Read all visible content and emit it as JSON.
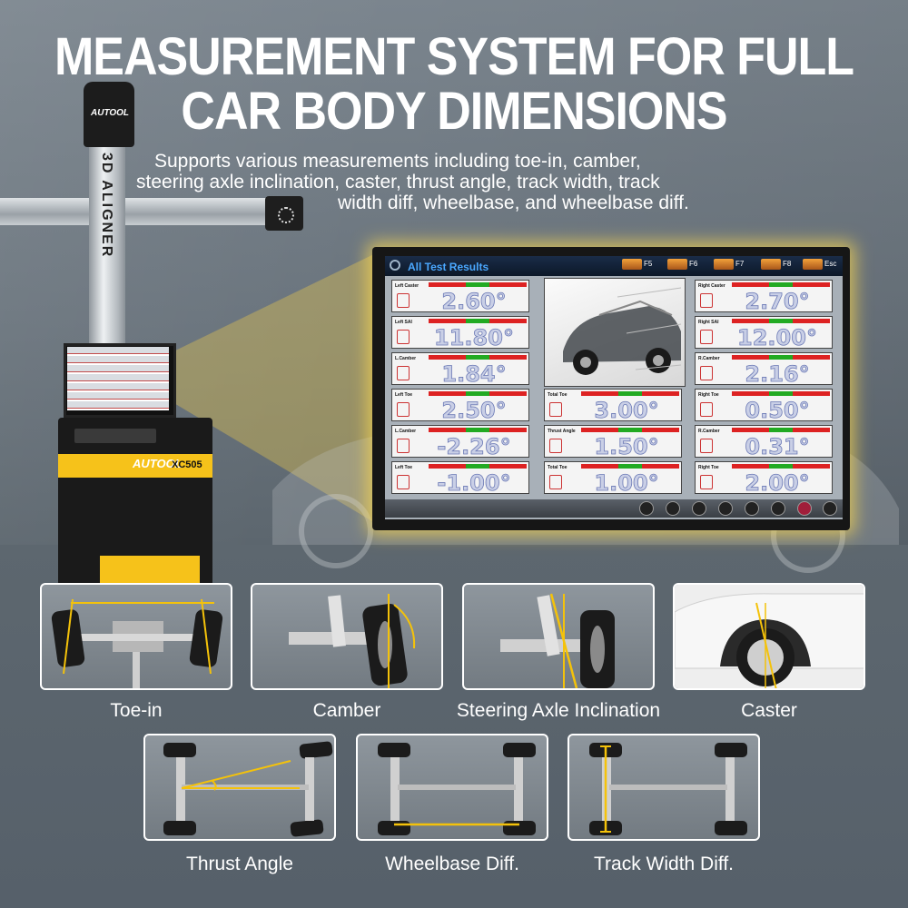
{
  "headline": {
    "line1": "MEASUREMENT SYSTEM FOR FULL",
    "line2": "CAR BODY DIMENSIONS"
  },
  "subtitle": {
    "line1": "Supports various measurements including toe-in, camber,",
    "line2": "steering axle inclination, caster, thrust angle, track width, track",
    "line3": "width diff, wheelbase, and wheelbase diff."
  },
  "machine": {
    "pole_brand": "AUTOOL",
    "pole_text": "3D ALIGNER",
    "cabinet_brand": "AUTOOL",
    "cabinet_model": "XC505"
  },
  "screen": {
    "title": "All Test Results",
    "function_keys": [
      "F5",
      "F6",
      "F7",
      "F8",
      "Esc"
    ],
    "left_column": [
      {
        "label": "Left Caster",
        "value": "2.60°"
      },
      {
        "label": "Left SAI",
        "value": "11.80°"
      },
      {
        "label": "L.Camber",
        "value": "1.84°"
      },
      {
        "label": "Left Toe",
        "value": "2.50°"
      },
      {
        "label": "L.Camber",
        "value": "-2.26°"
      },
      {
        "label": "Left Toe",
        "value": "-1.00°"
      }
    ],
    "center_column": [
      {
        "label": "Total Toe",
        "value": "3.00°"
      },
      {
        "label": "Thrust Angle",
        "value": "1.50°"
      },
      {
        "label": "Total Toe",
        "value": "1.00°"
      }
    ],
    "right_column": [
      {
        "label": "Right Caster",
        "value": "2.70°"
      },
      {
        "label": "Right SAI",
        "value": "12.00°"
      },
      {
        "label": "R.Camber",
        "value": "2.16°"
      },
      {
        "label": "Right Toe",
        "value": "0.50°"
      },
      {
        "label": "R.Camber",
        "value": "0.31°"
      },
      {
        "label": "Right Toe",
        "value": "2.00°"
      }
    ]
  },
  "measurements": {
    "row1": [
      "Toe-in",
      "Camber",
      "Steering Axle Inclination",
      "Caster"
    ],
    "row2": [
      "Thrust Angle",
      "Wheelbase Diff.",
      "Track Width Diff."
    ]
  },
  "colors": {
    "accent_yellow": "#f4c20a",
    "screen_title_blue": "#4aa8ff"
  }
}
